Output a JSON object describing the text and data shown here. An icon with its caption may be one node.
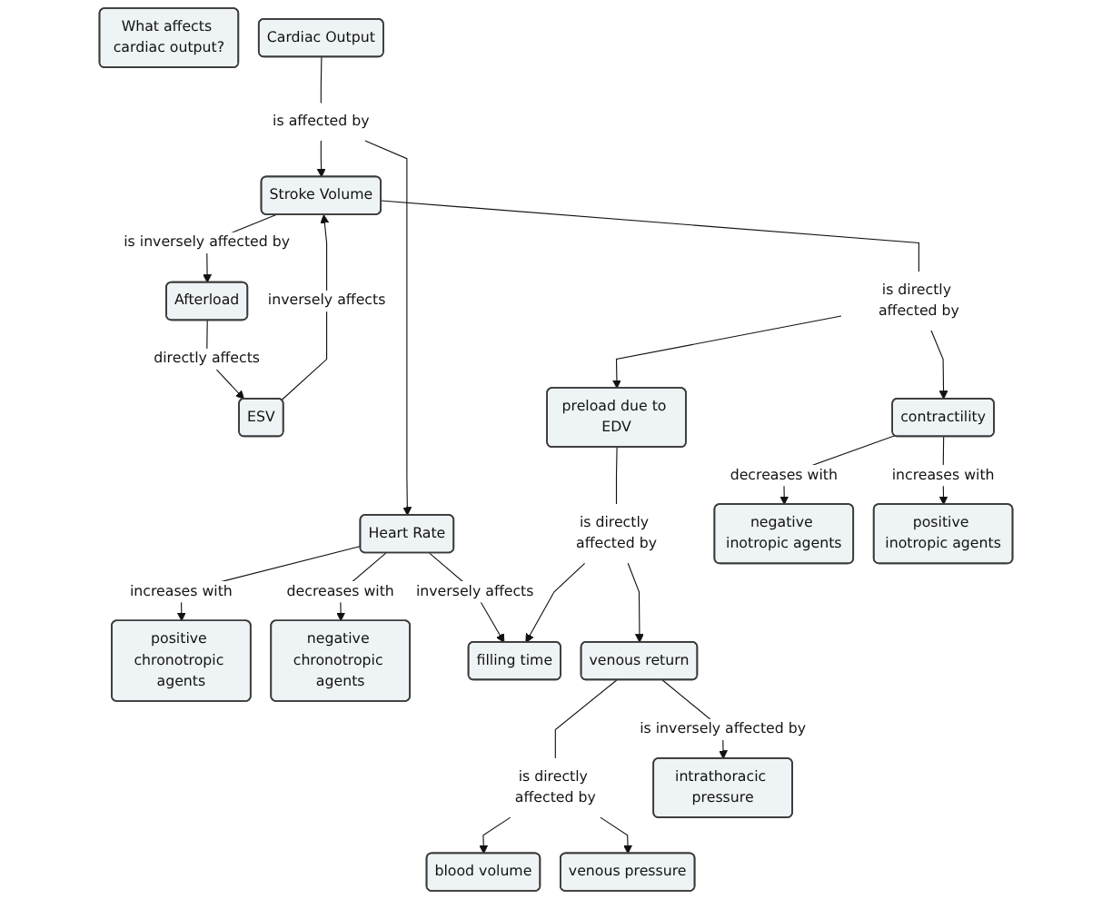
{
  "diagram": {
    "nodes": [
      {
        "text": [
          "What affects cardiac output?"
        ]
      },
      {
        "text": [
          "Cardiac Output"
        ]
      },
      {
        "text": [
          "ESV"
        ]
      },
      {
        "text": [
          "is affected by"
        ]
      },
      {
        "text": [
          "Heart Rate"
        ]
      },
      {
        "text": [
          "Stroke Volume"
        ]
      },
      {
        "text": [
          "Afterload"
        ]
      },
      {
        "text": [
          "positive chronotropic agents"
        ]
      },
      {
        "text": [
          "negative chronotropic agents"
        ]
      },
      {
        "text": [
          "filling time"
        ]
      },
      {
        "text": [
          "is directly affected by"
        ]
      },
      {
        "text": [
          "preload due to EDV"
        ]
      },
      {
        "text": [
          "contractility"
        ]
      },
      {
        "text": [
          "is directly affected by"
        ]
      },
      {
        "text": [
          "negative inotropic agents"
        ]
      },
      {
        "text": [
          "positive inotropic agents"
        ]
      },
      {
        "text": [
          "venous return"
        ]
      },
      {
        "text": [
          "is directly affected by"
        ]
      },
      {
        "text": [
          "blood volume"
        ]
      },
      {
        "text": [
          "venous pressure"
        ]
      },
      {
        "text": [
          "intrathoracic pressure"
        ]
      }
    ],
    "edges": [
      {
        "from": 1,
        "to": 3,
        "arrow": "none"
      },
      {
        "from": 3,
        "to": 4,
        "arrow": "to"
      },
      {
        "from": 3,
        "to": 5,
        "arrow": "to"
      },
      {
        "from": 2,
        "to": 5,
        "arrow": "to",
        "label": "inversely affects"
      },
      {
        "from": 6,
        "to": 2,
        "arrow": "to",
        "label": "directly affects"
      },
      {
        "from": 5,
        "to": 6,
        "arrow": "to",
        "label": "is inversely affected by"
      },
      {
        "from": 4,
        "to": 7,
        "arrow": "to",
        "label": "increases with"
      },
      {
        "from": 4,
        "to": 8,
        "arrow": "to",
        "label": "decreases with"
      },
      {
        "from": 4,
        "to": 9,
        "arrow": "to",
        "label": "inversely affects"
      },
      {
        "from": 5,
        "to": 10,
        "arrow": "none"
      },
      {
        "from": 10,
        "to": 11,
        "arrow": "to"
      },
      {
        "from": 10,
        "to": 12,
        "arrow": "to"
      },
      {
        "from": 12,
        "to": 14,
        "arrow": "to",
        "label": "decreases with"
      },
      {
        "from": 12,
        "to": 15,
        "arrow": "to",
        "label": "increases with"
      },
      {
        "from": 11,
        "to": 13,
        "arrow": "none"
      },
      {
        "from": 13,
        "to": 16,
        "arrow": "to"
      },
      {
        "from": 13,
        "to": 9,
        "arrow": "to"
      },
      {
        "from": 16,
        "to": 17,
        "arrow": "none"
      },
      {
        "from": 17,
        "to": 18,
        "arrow": "to"
      },
      {
        "from": 17,
        "to": 19,
        "arrow": "to"
      },
      {
        "from": 16,
        "to": 20,
        "arrow": "to",
        "label": "is inversely affected by"
      }
    ]
  }
}
